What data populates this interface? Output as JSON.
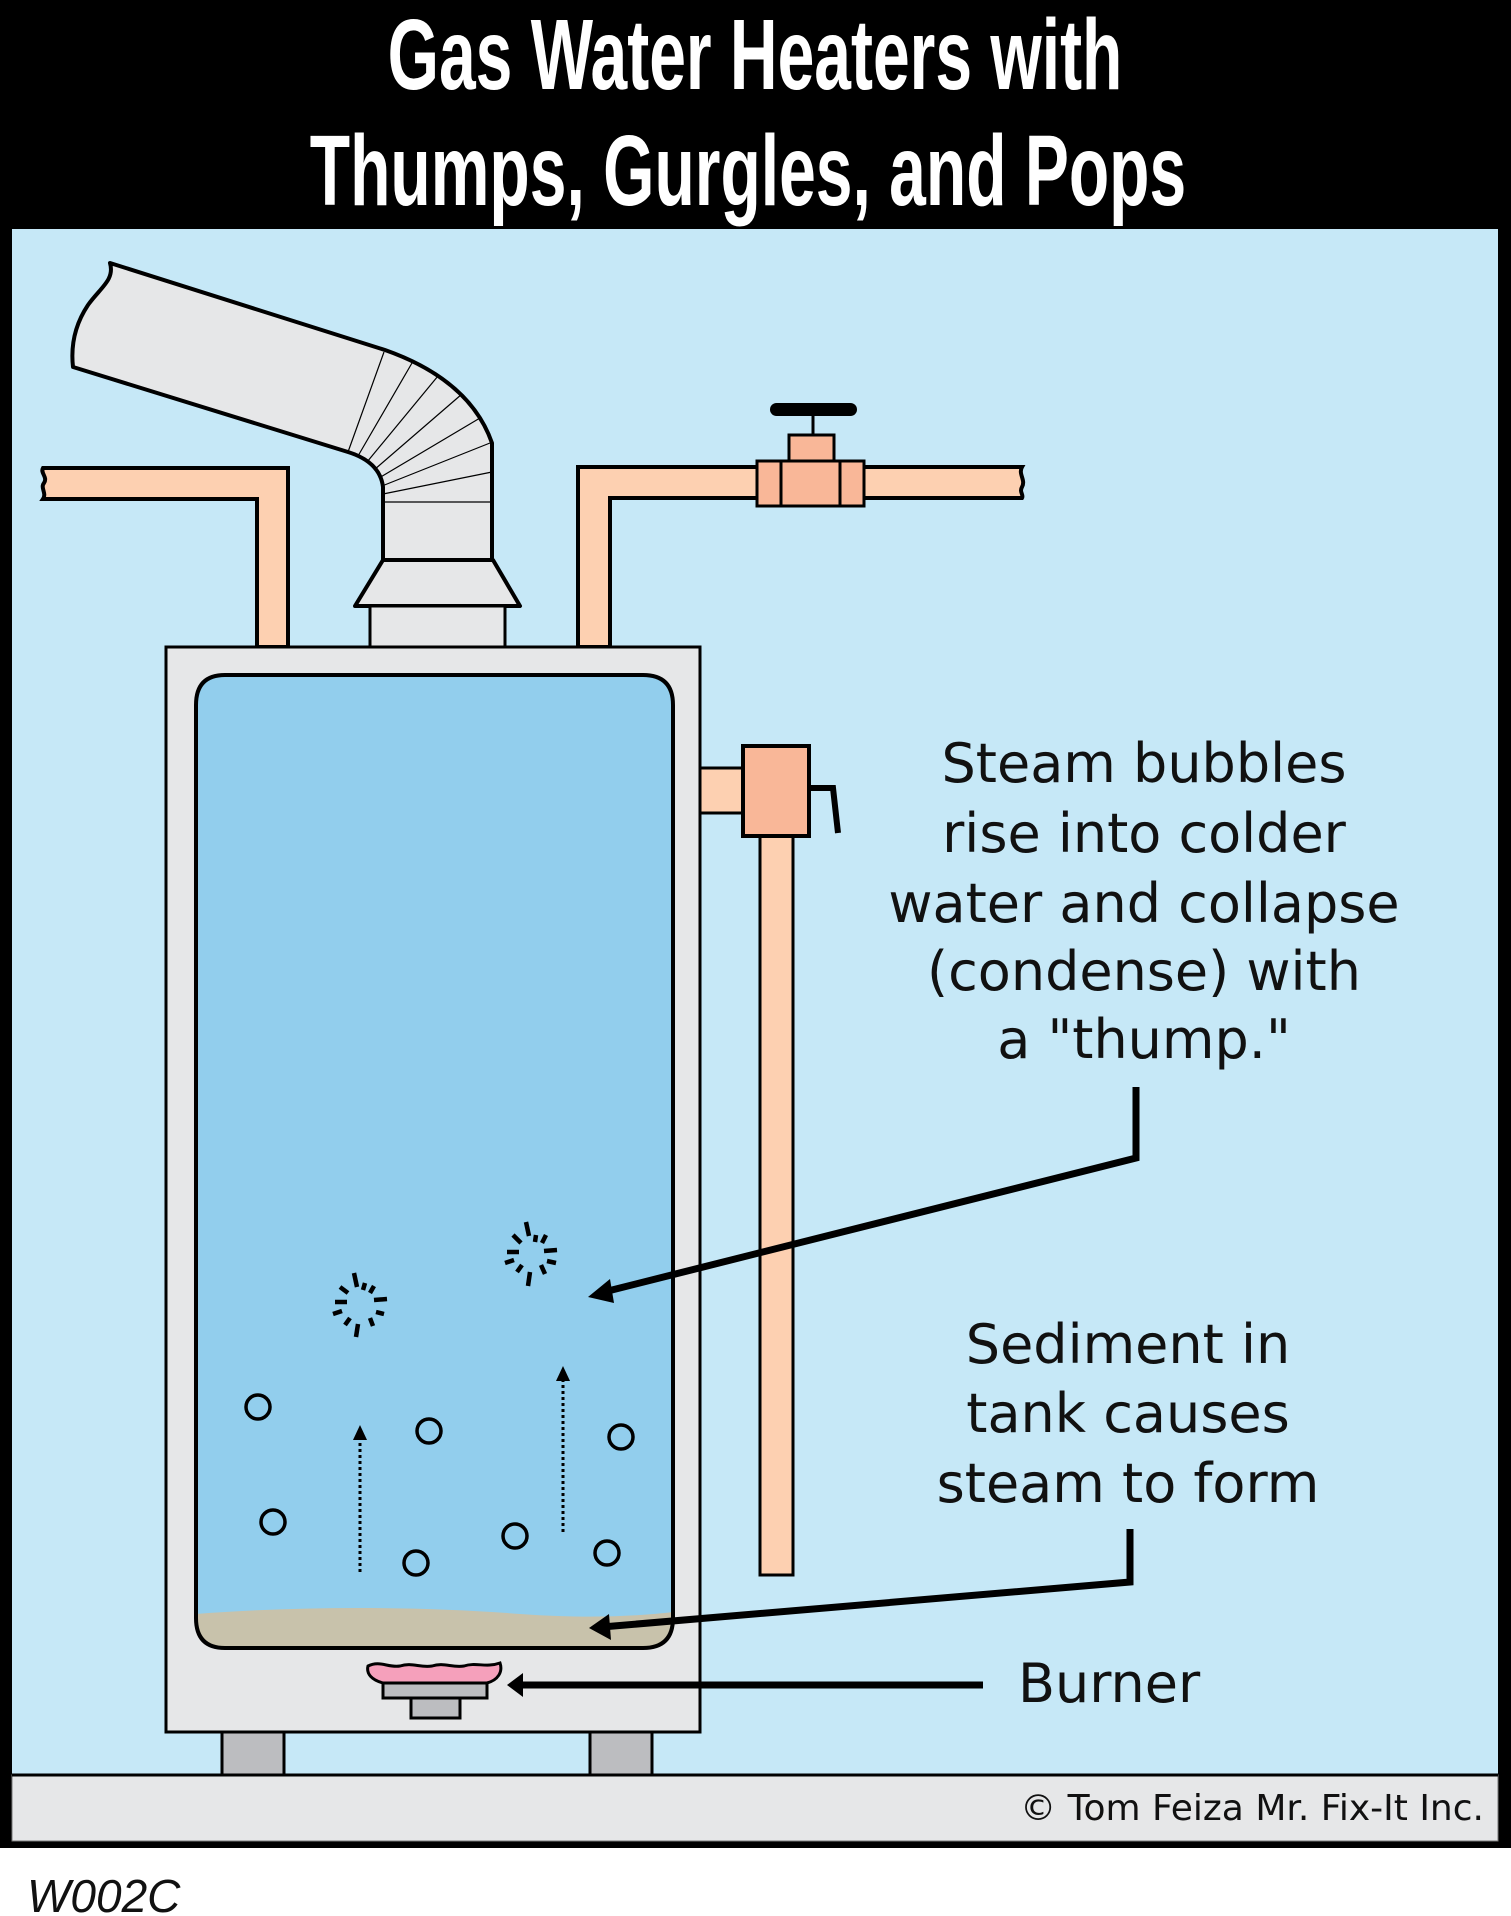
{
  "title": {
    "line1": "Gas Water Heaters with",
    "line2": "Thumps, Gurgles, and Pops"
  },
  "callouts": {
    "thump": {
      "lines": [
        "Steam bubbles",
        "rise into colder",
        "water and collapse",
        "(condense) with",
        "a \"thump.\""
      ]
    },
    "sediment": {
      "lines": [
        "Sediment in",
        "tank causes",
        "steam to form"
      ]
    },
    "burner": {
      "label": "Burner"
    }
  },
  "copyright": "© Tom Feiza Mr. Fix-It Inc.",
  "figure_code": "W002C",
  "colors": {
    "title_band": "#000000",
    "background": "#c6e8f7",
    "water": "#92ceed",
    "cabinet": "#e6e7e8",
    "pipe": "#fdd0b1",
    "valve": "#f9b798",
    "sediment": "#c8c2ab",
    "flame": "#f5a0bb",
    "leg": "#bcbdc0",
    "outline": "#000000"
  },
  "icons": {
    "steam_pop": "starburst-icon",
    "bubble": "circle-icon",
    "rise_arrow": "dotted-up-arrow-icon"
  }
}
